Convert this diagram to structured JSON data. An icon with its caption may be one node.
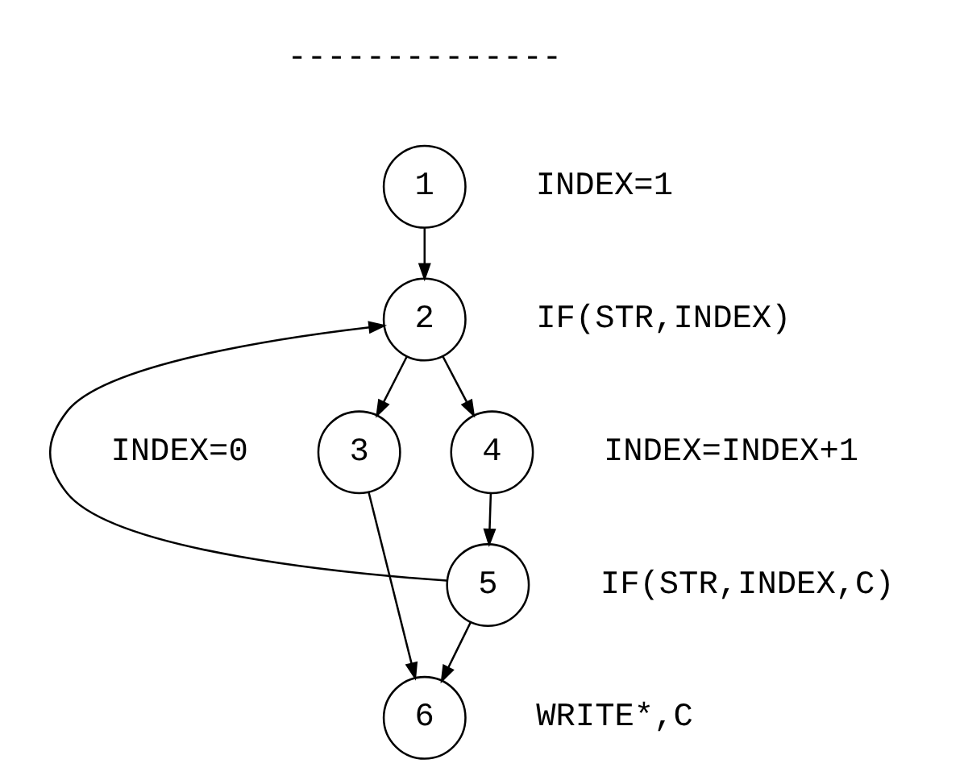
{
  "diagram": {
    "nodes": [
      {
        "text": [
          "1"
        ],
        "beside": [
          "INDEX=1"
        ]
      },
      {
        "text": [
          "2"
        ],
        "beside": [
          "IF(STR,INDEX)"
        ]
      },
      {
        "text": [
          "3"
        ],
        "beside": [
          "INDEX=0"
        ]
      },
      {
        "text": [
          "4"
        ],
        "beside": [
          "INDEX=INDEX+1"
        ]
      },
      {
        "text": [
          "5"
        ],
        "beside": [
          "IF(STR,INDEX,C)"
        ]
      },
      {
        "text": [
          "6"
        ],
        "beside": [
          "WRITE*,C"
        ]
      }
    ],
    "edges": [
      {
        "from": 0,
        "to": 1,
        "arrow": "to"
      },
      {
        "from": 1,
        "to": 2,
        "arrow": "to"
      },
      {
        "from": 1,
        "to": 3,
        "arrow": "to"
      },
      {
        "from": 3,
        "to": 4,
        "arrow": "to"
      },
      {
        "from": 4,
        "to": 1,
        "arrow": "to"
      },
      {
        "from": 2,
        "to": 5,
        "arrow": "to"
      },
      {
        "from": 4,
        "to": 5,
        "arrow": "to"
      }
    ],
    "labels": [
      "--------------"
    ]
  }
}
